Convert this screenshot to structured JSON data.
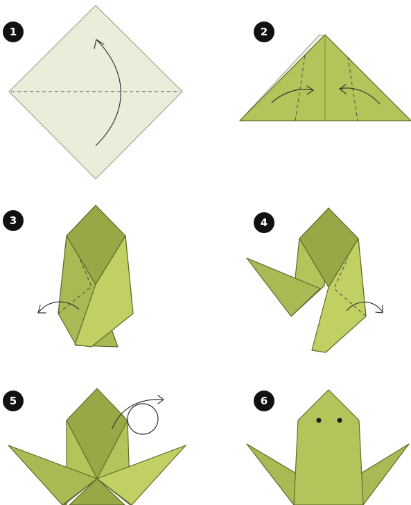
{
  "steps": [
    {
      "number": "1",
      "action": "fold-in-half"
    },
    {
      "number": "2",
      "action": "fold-sides-in"
    },
    {
      "number": "3",
      "action": "fold-flap-out"
    },
    {
      "number": "4",
      "action": "fold-flap-out"
    },
    {
      "number": "5",
      "action": "turn-over"
    },
    {
      "number": "6",
      "action": "finished-frog"
    }
  ],
  "colors": {
    "paper_light": "#e9eedb",
    "paper_green": "#b5c45a",
    "paper_dark": "#98a846",
    "badge": "#111111"
  }
}
